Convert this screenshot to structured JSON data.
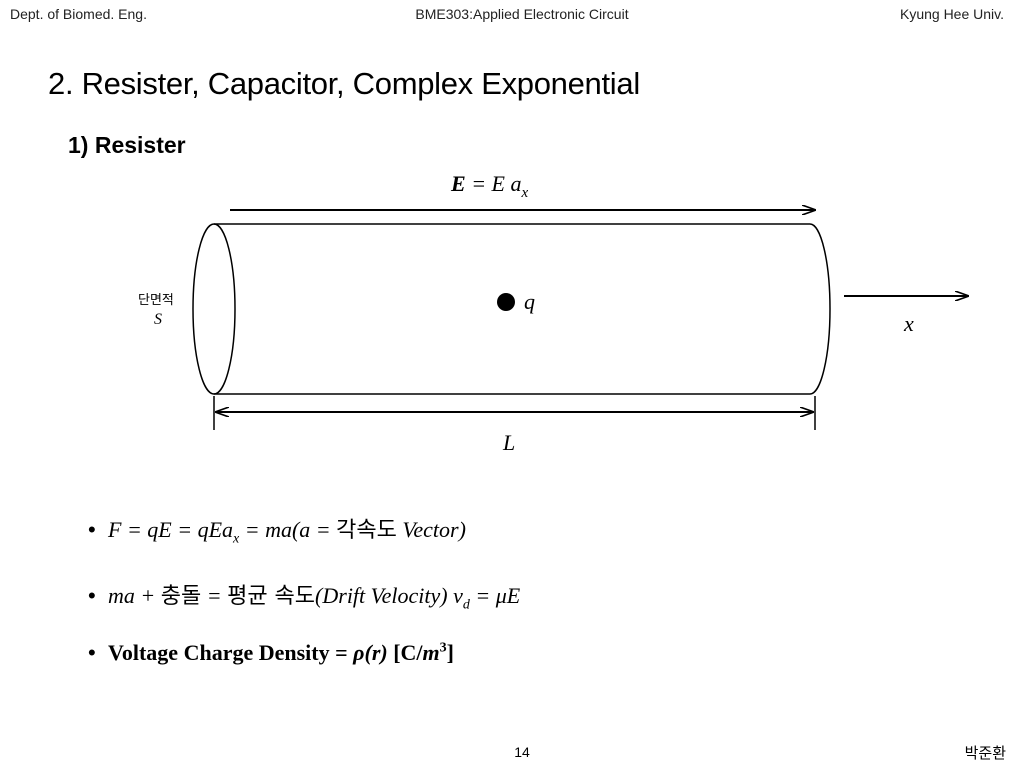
{
  "header": {
    "left": "Dept. of Biomed. Eng.",
    "center": "BME303:Applied Electronic Circuit",
    "right": "Kyung Hee Univ."
  },
  "title": "2. Resister, Capacitor, Complex Exponential",
  "subtitle": "1) Resister",
  "diagram": {
    "field_label": "E = E a",
    "field_sub": "x",
    "charge_label": "q",
    "cross_section_label": "단면적",
    "area_label": "S",
    "axis_label": "x",
    "length_label": "L"
  },
  "bullets": [
    {
      "dot": "•",
      "text_a": "F = qE = qEa",
      "sub_a": "x",
      "text_b": " = ma(a = ",
      "korean": "각속도",
      "text_c": " Vector)"
    },
    {
      "dot": "•",
      "text_a": "ma + ",
      "korean_a": "충돌",
      "text_b": " = ",
      "korean_b": "평균 속도",
      "text_c": "(Drift Velocity)  v",
      "sub": "d",
      "text_d": " = μE"
    },
    {
      "dot": "•",
      "text_a": "Voltage Charge Density = ",
      "rho": "ρ(r)",
      "unit_a": "   [C/",
      "unit_m": "m",
      "unit_sup": "3",
      "unit_b": "]"
    }
  ],
  "footer": {
    "page": "14",
    "author": "박준환"
  }
}
